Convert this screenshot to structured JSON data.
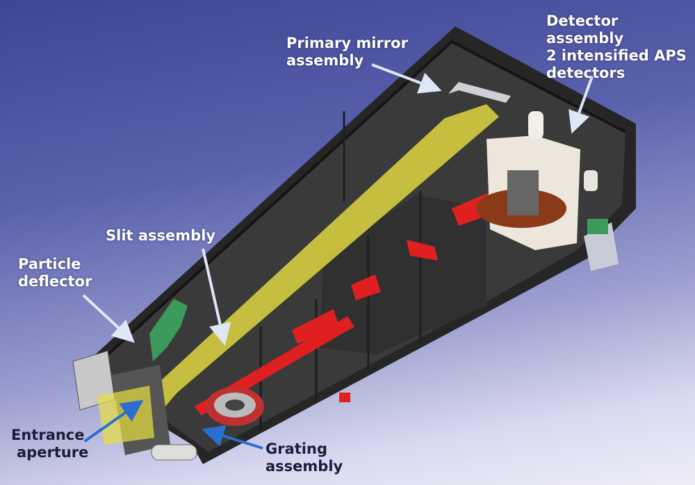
{
  "labels": {
    "primary_mirror": [
      "Primary mirror",
      "assembly"
    ],
    "detector": [
      "Detector assembly",
      "2 intensified APS",
      "detectors"
    ],
    "slit": [
      "Slit assembly"
    ],
    "particle_deflector": [
      "Particle",
      "deflector"
    ],
    "entrance_aperture": [
      "Entrance",
      "aperture"
    ],
    "grating": [
      "Grating",
      "assembly"
    ]
  },
  "colors": {
    "housing": "#2b2b2b",
    "beam": "#e8e040",
    "bars": "#e02020",
    "detector_body": "#ece6dc"
  }
}
